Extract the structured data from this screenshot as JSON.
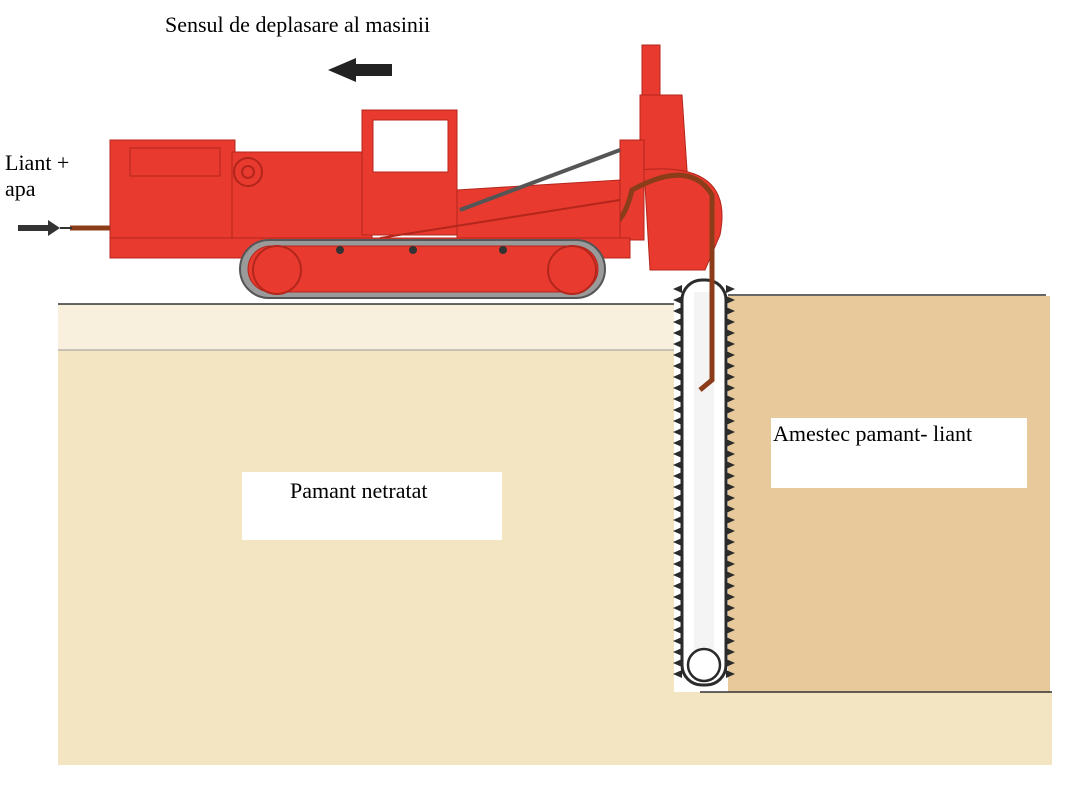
{
  "diagram": {
    "direction_label": "Sensul de deplasare al masinii",
    "input_label_line1": "Liant +",
    "input_label_line2": "apa",
    "untreated_soil_label": "Pamant netratat",
    "mixed_soil_label": "Amestec pamant- liant"
  },
  "colors": {
    "machine": "#e83a2e",
    "machine_dark": "#b3261c",
    "untreated_soil": "#f3e4c2",
    "mixed_soil": "#e7c99b",
    "track": "#8a8a8a",
    "chain": "#2b2b2b"
  }
}
